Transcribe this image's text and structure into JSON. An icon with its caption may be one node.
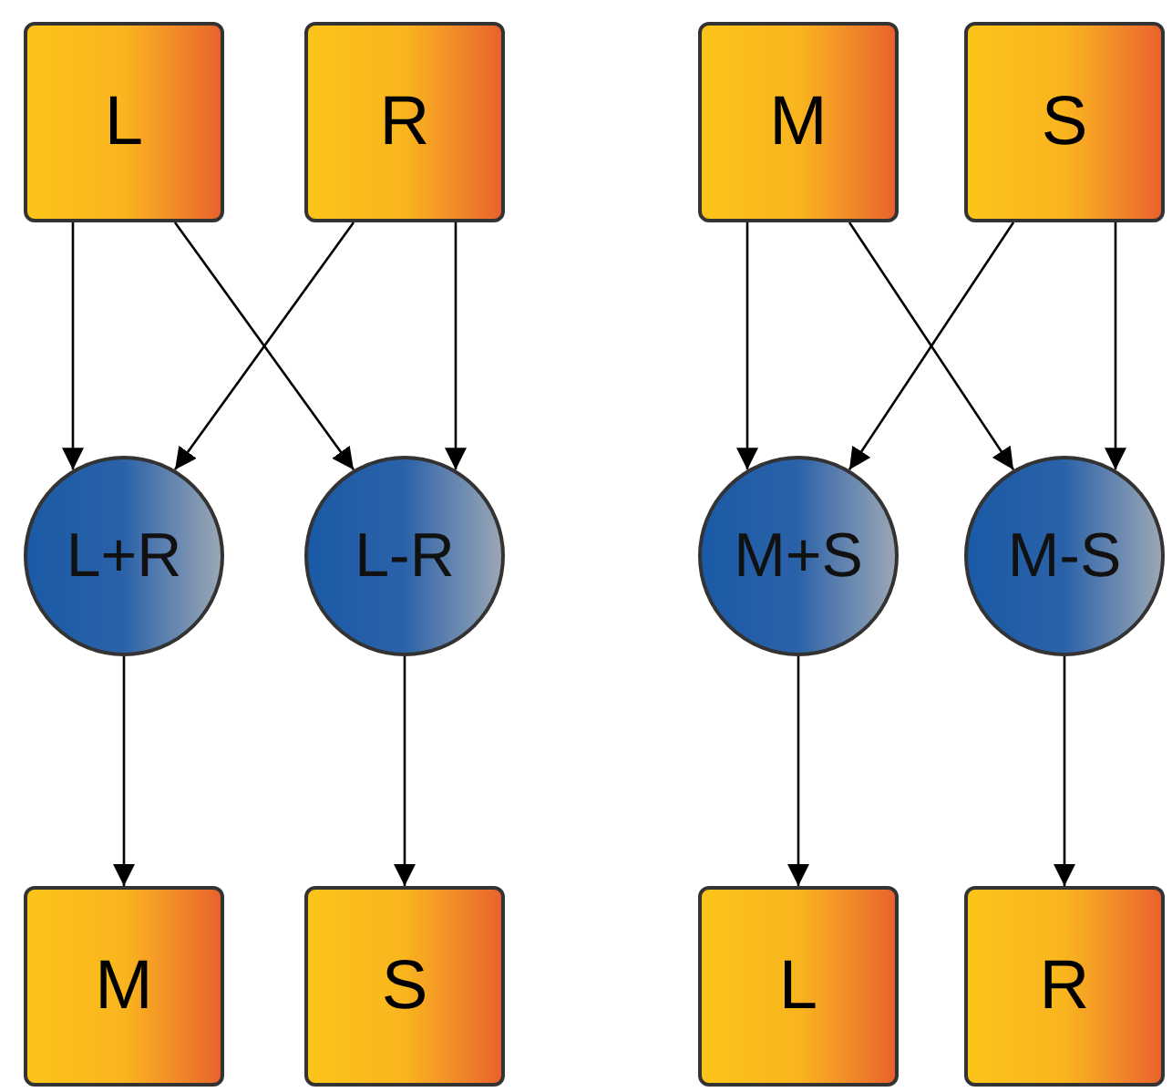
{
  "diagram": {
    "nodes": [
      {
        "text": [
          "L"
        ]
      },
      {
        "text": [
          "R"
        ]
      },
      {
        "text": [
          "L+R"
        ]
      },
      {
        "text": [
          "L-R"
        ]
      },
      {
        "text": [
          "M"
        ]
      },
      {
        "text": [
          "S"
        ]
      },
      {
        "text": [
          "M"
        ]
      },
      {
        "text": [
          "S"
        ]
      },
      {
        "text": [
          "M+S"
        ]
      },
      {
        "text": [
          "M-S"
        ]
      },
      {
        "text": [
          "L"
        ]
      },
      {
        "text": [
          "R"
        ]
      }
    ],
    "edges": [
      {
        "from": 0,
        "to": 2,
        "arrow": "to"
      },
      {
        "from": 0,
        "to": 3,
        "arrow": "to"
      },
      {
        "from": 1,
        "to": 2,
        "arrow": "to"
      },
      {
        "from": 1,
        "to": 3,
        "arrow": "to"
      },
      {
        "from": 2,
        "to": 4,
        "arrow": "to"
      },
      {
        "from": 3,
        "to": 5,
        "arrow": "to"
      },
      {
        "from": 6,
        "to": 8,
        "arrow": "to"
      },
      {
        "from": 6,
        "to": 9,
        "arrow": "to"
      },
      {
        "from": 7,
        "to": 8,
        "arrow": "to"
      },
      {
        "from": 7,
        "to": 9,
        "arrow": "to"
      },
      {
        "from": 8,
        "to": 10,
        "arrow": "to"
      },
      {
        "from": 9,
        "to": 11,
        "arrow": "to"
      }
    ]
  }
}
